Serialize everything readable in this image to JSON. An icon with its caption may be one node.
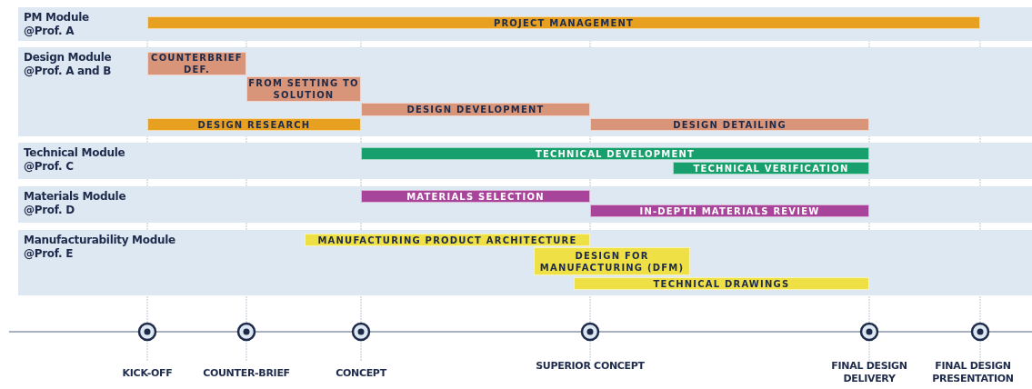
{
  "diagram": {
    "nodes": [
      {
        "text": [
          "PM Module",
          "@Prof. A"
        ]
      },
      {
        "text": [
          "PROJECT MANAGEMENT"
        ],
        "in": 0
      },
      {
        "text": [
          "Design Module",
          "@Prof. A and B"
        ]
      },
      {
        "text": [
          "COUNTERBRIEF DEF."
        ],
        "in": 2
      },
      {
        "text": [
          "FROM SETTING TO SOLUTION"
        ],
        "in": 2
      },
      {
        "text": [
          "DESIGN DEVELOPMENT"
        ],
        "in": 2
      },
      {
        "text": [
          "DESIGN RESEARCH"
        ],
        "in": 2
      },
      {
        "text": [
          "DESIGN DETAILING"
        ],
        "in": 2
      },
      {
        "text": [
          "Technical Module",
          "@Prof. C"
        ]
      },
      {
        "text": [
          "TECHNICAL DEVELOPMENT"
        ],
        "in": 8
      },
      {
        "text": [
          "TECHNICAL VERIFICATION"
        ],
        "in": 8
      },
      {
        "text": [
          "Materials Module",
          "@Prof. D"
        ]
      },
      {
        "text": [
          "MATERIALS SELECTION"
        ],
        "in": 11
      },
      {
        "text": [
          "IN-DEPTH MATERIALS REVIEW"
        ],
        "in": 11
      },
      {
        "text": [
          "Manufacturability Module",
          "@Prof. E"
        ]
      },
      {
        "text": [
          "MANUFACTURING PRODUCT ARCHITECTURE"
        ],
        "in": 14
      },
      {
        "text": [
          "DESIGN FOR MANUFACTURING (DFM)"
        ],
        "in": 14
      },
      {
        "text": [
          "TECHNICAL DRAWINGS"
        ],
        "in": 14
      }
    ],
    "labels": [
      "KICK-OFF",
      "COUNTER-BRIEF",
      "CONCEPT",
      "SUPERIOR CONCEPT",
      "FINAL DESIGN DELIVERY",
      "FINAL DESIGN PRESENTATION"
    ]
  }
}
